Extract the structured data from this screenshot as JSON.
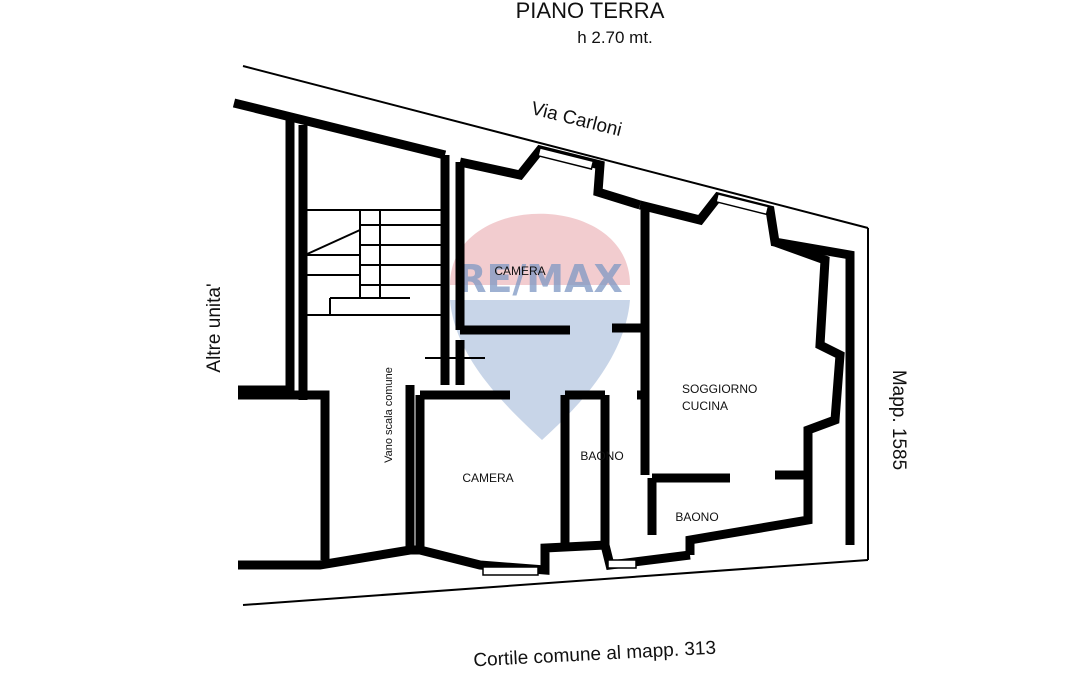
{
  "title": "PIANO TERRA",
  "height_note": "h  2.70 mt.",
  "street": "Via Carloni",
  "left_label": "Altre unita'",
  "right_label": "Mapp. 1585",
  "bottom_label": "Cortile comune al mapp. 313",
  "watermark": "RE/MAX",
  "rooms": {
    "camera_top": "CAMERA",
    "camera_bottom": "CAMERA",
    "baono_mid": "BAONO",
    "soggiorno_line1": "SOGGIORNO",
    "soggiorno_line2": "CUCINA",
    "baono_right": "BAONO",
    "vano_scala": "Vano scala comune"
  },
  "colors": {
    "walls": "#000000",
    "watermark_red": "#e8a3a8",
    "watermark_blue": "#9bb3d6"
  }
}
